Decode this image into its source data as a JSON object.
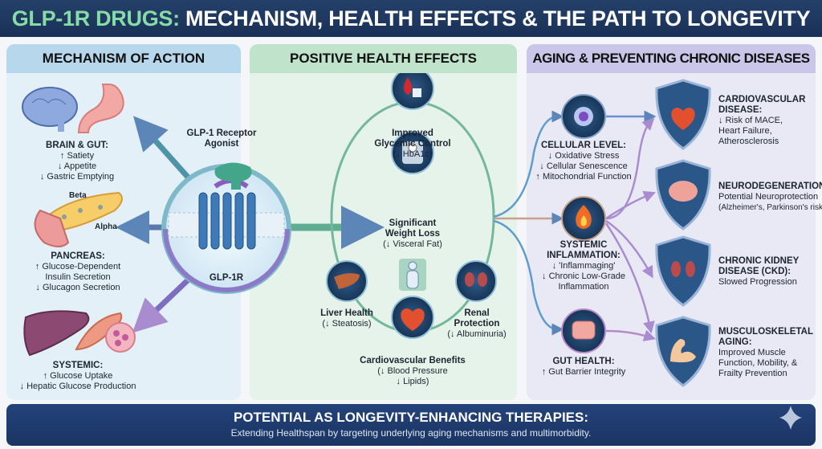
{
  "title": {
    "highlight": "GLP-1R DRUGS:",
    "rest": " MECHANISM, HEALTH EFFECTS & THE PATH TO LONGEVITY"
  },
  "colors": {
    "navy": "#1f3a64",
    "green_accent": "#86dca6",
    "panel1": "#e4f0f8",
    "panel2": "#e6f3ea",
    "panel3": "#e9e9f6"
  },
  "mechanism": {
    "header": "MECHANISM OF ACTION",
    "agonist_label": [
      "GLP-1 Receptor",
      "Agonist"
    ],
    "receptor_label": "GLP-1R",
    "brain_gut": {
      "title": "BRAIN & GUT:",
      "lines": [
        "↑ Satiety",
        "↓ Appetite",
        "↓ Gastric Emptying"
      ]
    },
    "pancreas": {
      "beta": "Beta",
      "alpha": "Alpha",
      "title": "PANCREAS:",
      "lines": [
        "↑ Glucose-Dependent",
        "Insulin Secretion",
        "↓ Glucagon Secretion"
      ]
    },
    "systemic": {
      "title": "SYSTEMIC:",
      "lines": [
        "↑ Glucose Uptake",
        "↓ Hepatic Glucose Production"
      ]
    }
  },
  "effects": {
    "header": "POSITIVE HEALTH EFFECTS",
    "glycemic": {
      "title": [
        "Improved",
        "Glycemic Control"
      ],
      "sub": "(↓ HbA1c)"
    },
    "weight": {
      "title": [
        "Significant",
        "Weight Loss"
      ],
      "sub": "(↓ Visceral Fat)"
    },
    "liver": {
      "title": "Liver Health",
      "sub": "(↓ Steatosis)"
    },
    "renal": {
      "title": [
        "Renal",
        "Protection"
      ],
      "sub": "(↓ Albuminuria)"
    },
    "cardio": {
      "title": "Cardiovascular Benefits",
      "sub": [
        "(↓ Blood Pressure",
        "↓ Lipids)"
      ]
    }
  },
  "aging": {
    "header": "AGING & PREVENTING CHRONIC DISEASES",
    "cellular": {
      "title": "CELLULAR LEVEL:",
      "lines": [
        "↓ Oxidative Stress",
        "↓ Cellular Senescence",
        "↑ Mitochondrial Function"
      ]
    },
    "inflammation": {
      "title": [
        "SYSTEMIC",
        "INFLAMMATION:"
      ],
      "lines": [
        "↓ 'Inflammaging'",
        "↓ Chronic Low-Grade",
        "Inflammation"
      ]
    },
    "gut": {
      "title": "GUT HEALTH:",
      "lines": [
        "↑ Gut Barrier Integrity"
      ]
    },
    "diseases": [
      {
        "title": [
          "CARDIOVASCULAR",
          "DISEASE:"
        ],
        "lines": [
          "↓ Risk of MACE,",
          "Heart Failure,",
          "Atherosclerosis"
        ]
      },
      {
        "title": [
          "NEURODEGENERATION:"
        ],
        "lines": [
          "Potential Neuroprotection",
          "(Alzheimer's, Parkinson's risk)"
        ]
      },
      {
        "title": [
          "CHRONIC KIDNEY",
          "DISEASE (CKD):"
        ],
        "lines": [
          "Slowed Progression"
        ]
      },
      {
        "title": [
          "MUSCULOSKELETAL",
          "AGING:"
        ],
        "lines": [
          "Improved Muscle",
          "Function, Mobility, &",
          "Frailty Prevention"
        ]
      }
    ]
  },
  "banner": {
    "title": "POTENTIAL AS LONGEVITY-ENHANCING THERAPIES:",
    "subtitle": "Extending Healthspan by targeting underlying aging mechanisms and multimorbidity."
  }
}
